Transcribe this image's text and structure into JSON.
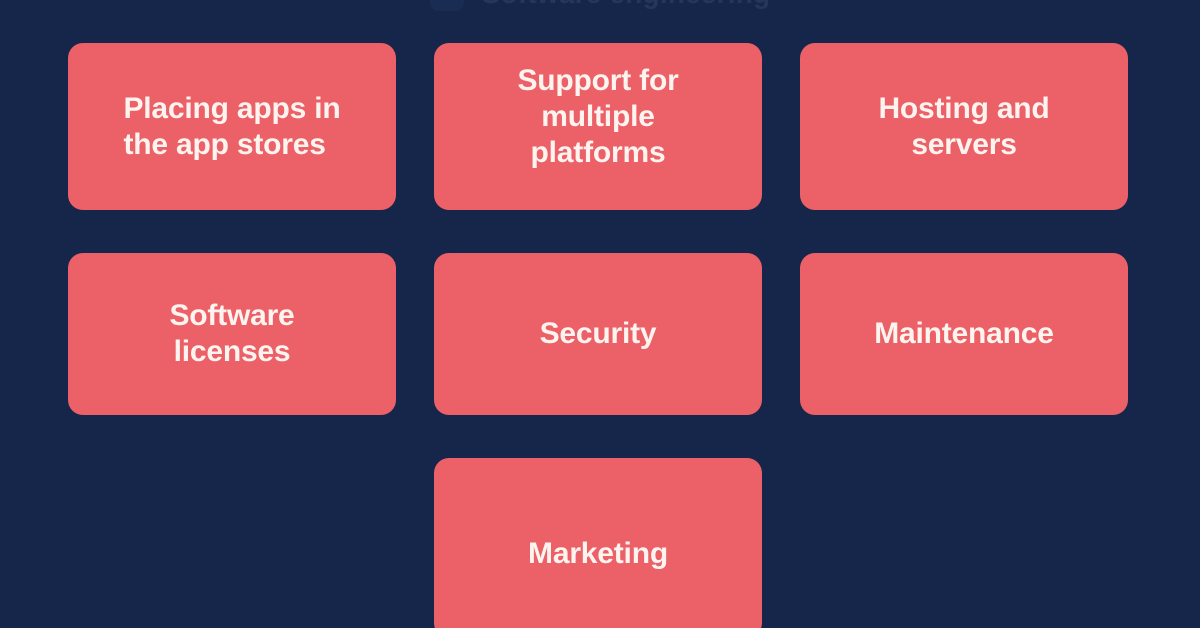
{
  "header": {
    "title": "Software engineering",
    "logo_icon": "app-logo-icon"
  },
  "theme": {
    "background_color": "#16264a",
    "card_color": "#ec6067",
    "card_text_color": "#fdf4f0",
    "header_text_color": "#5b7099"
  },
  "cards": {
    "rows": [
      [
        {
          "id": "placing-apps",
          "label": "Placing apps in\nthe app stores"
        },
        {
          "id": "support-platforms",
          "label": "Support for\nmultiple\nplatforms"
        },
        {
          "id": "hosting-servers",
          "label": "Hosting and\nservers"
        }
      ],
      [
        {
          "id": "software-licenses",
          "label": "Software\nlicenses"
        },
        {
          "id": "security",
          "label": "Security"
        },
        {
          "id": "maintenance",
          "label": "Maintenance"
        }
      ],
      [
        {
          "id": "marketing",
          "label": "Marketing"
        }
      ]
    ]
  }
}
